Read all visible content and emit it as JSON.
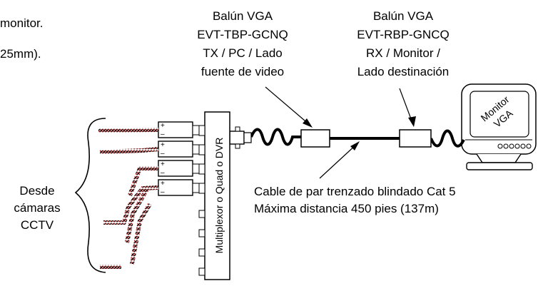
{
  "intro": {
    "line1": "monitor.",
    "line2": "25mm)."
  },
  "tx_balun": {
    "line1": "Balún VGA",
    "line2": "EVT-TBP-GCNQ",
    "line3": "TX / PC / Lado",
    "line4": "fuente de video"
  },
  "rx_balun": {
    "line1": "Balún VGA",
    "line2": "EVT-RBP-GNCQ",
    "line3": "RX / Monitor /",
    "line4": "Lado destinación"
  },
  "monitor": {
    "line1": "Monitor",
    "line2": "VGA"
  },
  "cable": {
    "line1": "Cable de par trenzado blindado Cat 5",
    "line2": "Máxima distancia 450 pies (137m)"
  },
  "cameras": {
    "line1": "Desde",
    "line2": "cámaras",
    "line3": "CCTV"
  },
  "dvr": {
    "label": "Multiplexor o Quad o DVR"
  },
  "plus_sign": "+",
  "minus_sign": "–",
  "colors": {
    "ink": "#000000",
    "wire_red": "#c62828",
    "background": "#ffffff"
  }
}
